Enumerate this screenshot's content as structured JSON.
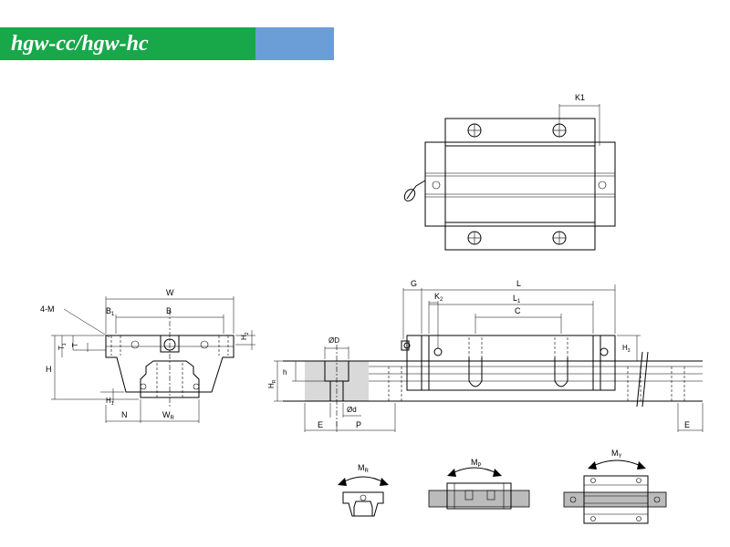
{
  "header": {
    "title": "hgw-cc/hgw-hc",
    "colors": {
      "green": "#18a84a",
      "blue": "#6b9ed6"
    }
  },
  "top_view": {
    "labels": {
      "k1": "K1"
    }
  },
  "front_view": {
    "labels": {
      "w": "W",
      "b": "B",
      "b1": "B",
      "b1_sub": "1",
      "four_m": "4-M",
      "h": "H",
      "h1": "H",
      "h1_sub": "1",
      "h2": "H",
      "h2_sub": "2",
      "t": "T",
      "t1": "T",
      "t1_sub": "1",
      "n": "N",
      "wr": "W",
      "wr_sub": "R"
    }
  },
  "side_view": {
    "labels": {
      "g": "G",
      "l": "L",
      "l1": "L",
      "l1_sub": "1",
      "k2": "K",
      "k2_sub": "2",
      "c": "C",
      "h3": "H",
      "h3_sub": "3",
      "hr": "H",
      "hr_sub": "R",
      "h": "h",
      "od": "ØD",
      "od_small": "Ød",
      "e": "E",
      "p": "P",
      "e2": "E"
    }
  },
  "moments": {
    "mr": {
      "label": "M",
      "sub": "R"
    },
    "mp": {
      "label": "M",
      "sub": "P"
    },
    "my": {
      "label": "M",
      "sub": "Y"
    }
  }
}
